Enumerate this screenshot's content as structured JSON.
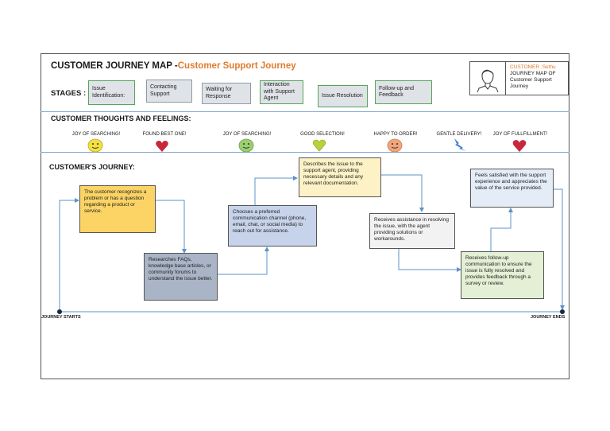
{
  "header": {
    "title_main": "CUSTOMER JOURNEY MAP -",
    "title_accent": "Customer Support Journey",
    "accent_color": "#e07b2c"
  },
  "profile": {
    "customer_line": "CUSTOMER :Sethu",
    "description": "JOURNEY MAP OF Customer Support Journey",
    "icon": "person-icon"
  },
  "stages": {
    "label": "STAGES :",
    "items": [
      {
        "label": "Issue Identification:"
      },
      {
        "label": "Contacting Support"
      },
      {
        "label": "Waiting for Response"
      },
      {
        "label": "Interaction with Support Agent"
      },
      {
        "label": "Issue Resolution"
      },
      {
        "label": "Follow-up and Feedback"
      }
    ]
  },
  "feelings": {
    "title": "CUSTOMER THOUGHTS AND FEELINGS:",
    "items": [
      {
        "label": "JOY OF SEARCHING!",
        "icon": "yellow-smiley-icon"
      },
      {
        "label": "FOUND BEST ONE!",
        "icon": "red-heart-icon"
      },
      {
        "label": "JOY OF SEARCHING!",
        "icon": "green-smiley-icon"
      },
      {
        "label": "GOOD SELECTION!",
        "icon": "green-heart-icon"
      },
      {
        "label": "HAPPY TO ORDER!",
        "icon": "orange-smiley-icon"
      },
      {
        "label": "GENTLE DELIVERY!",
        "icon": "lightning-icon"
      },
      {
        "label": "JOY OF FULLFILLMENT!",
        "icon": "red-heart-icon"
      }
    ]
  },
  "journey": {
    "title": "CUSTOMER'S JOURNEY:",
    "start_label": "JOURNEY  STARTS",
    "end_label": "JOURNEY ENDS",
    "steps": [
      {
        "text": "The customer recognizes a problem or has a question regarding a product or service."
      },
      {
        "text": "Researches FAQs, knowledge base articles, or community forums to understand the issue better."
      },
      {
        "text": "Chooses a preferred communication channel (phone, email, chat, or social media) to reach out for assistance."
      },
      {
        "text": "Describes the issue to the support agent, providing necessary details and any relevant documentation."
      },
      {
        "text": "Receives assistance in resolving the issue, with the agent providing solutions or workarounds."
      },
      {
        "text": "Receives follow-up communication to ensure the issue is fully resolved and provides feedback through a survey or review."
      },
      {
        "text": "Feels satisfied with the support experience and appreciates the value of the service provided."
      }
    ]
  }
}
